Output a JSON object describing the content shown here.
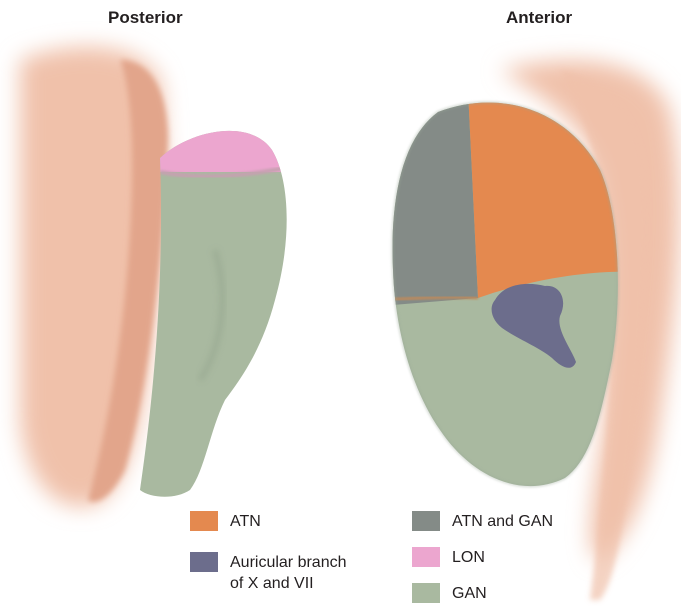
{
  "views": {
    "posterior": "Posterior",
    "anterior": "Anterior"
  },
  "colors": {
    "skin": "#f0c1aa",
    "skin_dark": "#e2a58b",
    "atn": "#e4894f",
    "atn_and_gan": "#848b87",
    "gan": "#a9b9a0",
    "lon": "#eca6cf",
    "auricular_branch": "#6c6d8c",
    "text": "#231f20"
  },
  "legend": [
    {
      "key": "atn",
      "label": "ATN"
    },
    {
      "key": "auricular_branch",
      "label": "Auricular branch\nof X and VII"
    },
    {
      "key": "atn_and_gan",
      "label": "ATN and GAN"
    },
    {
      "key": "lon",
      "label": "LON"
    },
    {
      "key": "gan",
      "label": "GAN"
    }
  ]
}
